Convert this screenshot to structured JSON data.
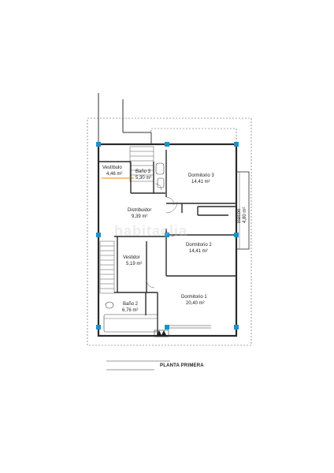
{
  "plan": {
    "title": "PLANTA PRIMERA",
    "watermark": "habitaclia",
    "rooms": [
      {
        "id": "vestibulo",
        "name": "Vestíbulo",
        "area": "4,46 m²"
      },
      {
        "id": "bano3",
        "name": "Baño 3",
        "area": "5,30 m²"
      },
      {
        "id": "dormitorio3",
        "name": "Dormitorio 3",
        "area": "14,41 m²"
      },
      {
        "id": "distribuidor",
        "name": "Distribuidor",
        "area": "9,39 m²"
      },
      {
        "id": "balcon",
        "name": "Balcón",
        "area": "4,80 m²"
      },
      {
        "id": "dormitorio2",
        "name": "Dormitorio 2",
        "area": "14,41 m²"
      },
      {
        "id": "vestidor",
        "name": "Vestidor",
        "area": "5,19 m²"
      },
      {
        "id": "bano2",
        "name": "Baño 2",
        "area": "6,76 m²"
      },
      {
        "id": "dormitorio1",
        "name": "Dormitorio 1",
        "area": "20,40 m²"
      }
    ],
    "colors": {
      "wall": "#2a2a2a",
      "column": "#1e90c8",
      "stair": "#ff9a3c"
    }
  }
}
